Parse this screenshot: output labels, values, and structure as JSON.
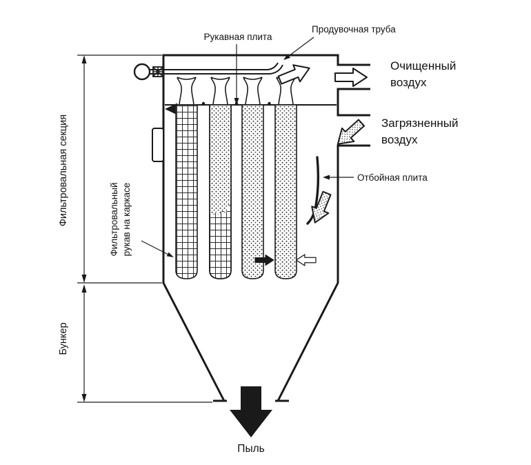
{
  "colors": {
    "line": "#1a1a1a",
    "background": "#ffffff"
  },
  "labels": {
    "bag_plate": "Рукавная плита",
    "blow_pipe": "Продувочная труба",
    "clean_air": {
      "line1": "Очищенный",
      "line2": "воздух"
    },
    "dirty_air": {
      "line1": "Загрязненный",
      "line2": "воздух"
    },
    "baffle_plate": "Отбойная плита",
    "filter_section": "Фильтровальная секция",
    "filter_bag": {
      "line1": "Фильтровальный",
      "line2": "рукав на каркасе"
    },
    "hopper": "Бункер",
    "dust": "Пыль"
  }
}
